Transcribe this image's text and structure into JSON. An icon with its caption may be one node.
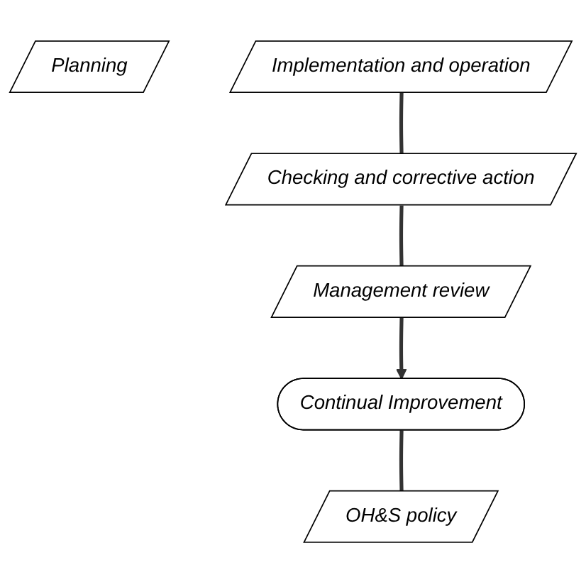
{
  "diagram": {
    "nodes": [
      {
        "text": [
          "Continual Improvement"
        ]
      },
      {
        "text": [
          "OH&S policy"
        ]
      },
      {
        "text": [
          "Planning"
        ]
      },
      {
        "text": [
          "Implementation and operation"
        ]
      },
      {
        "text": [
          "Checking and corrective action"
        ]
      },
      {
        "text": [
          "Management review"
        ]
      }
    ],
    "edges": [
      {
        "from": 0,
        "to": 1,
        "arrow": "none"
      },
      {
        "from": 3,
        "to": 4,
        "arrow": "none"
      },
      {
        "from": 4,
        "to": 5,
        "arrow": "none"
      },
      {
        "from": 5,
        "to": 0,
        "arrow": "to"
      }
    ]
  }
}
